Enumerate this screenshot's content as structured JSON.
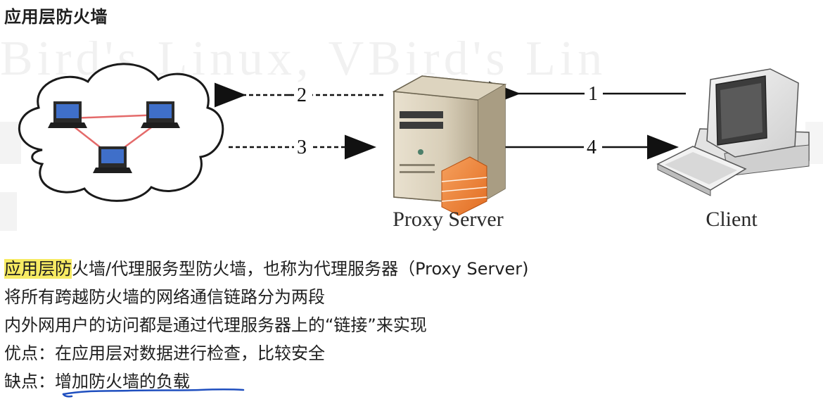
{
  "heading": "应用层防火墙",
  "diagram": {
    "proxy_label": "Proxy Server",
    "client_label": "Client",
    "arrow_labels": [
      "1",
      "2",
      "3",
      "4"
    ],
    "watermark": "Bird's Linux, VBird's Lin"
  },
  "lines": {
    "l1_highlight": "应用层防",
    "l1_rest": "火墙/代理服务型防火墙，也称为代理服务器（Proxy Server)",
    "l2": "将所有跨越防火墙的网络通信链路分为两段",
    "l3": "内外网用户的访问都是通过代理服务器上的“链接”来实现",
    "l4": "优点：在应用层对数据进行检查，比较安全",
    "l5_prefix": "缺点：",
    "l5_rest": "增加防火墙的负载"
  },
  "colors": {
    "highlight": "#f7eb63",
    "ink_underline": "#1f4fbf",
    "network_link": "#e46a6a"
  }
}
